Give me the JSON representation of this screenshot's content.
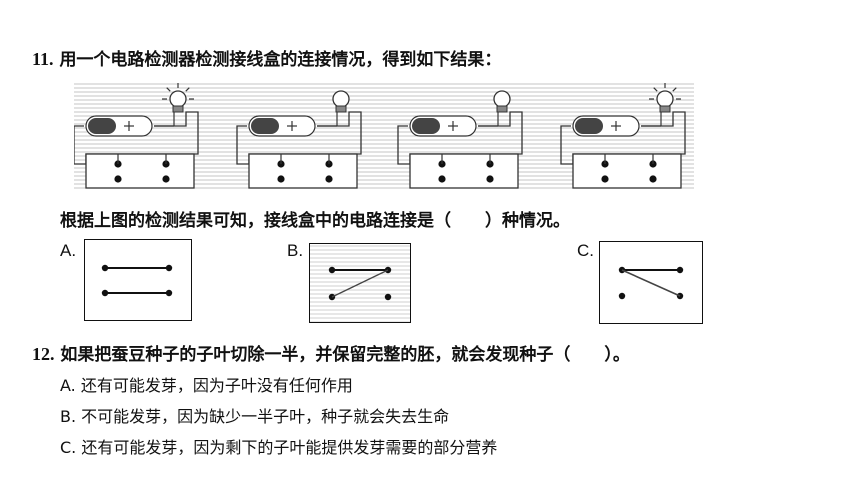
{
  "q11": {
    "number": "11.",
    "stem": "用一个电路检测器检测接线盒的连接情况，得到如下结果：",
    "question": "根据上图的检测结果可知，接线盒中的电路连接是（　　）种情况。",
    "options": [
      {
        "letter": "A."
      },
      {
        "letter": "B."
      },
      {
        "letter": "C."
      }
    ],
    "tests": [
      {
        "bulb_lit": true
      },
      {
        "bulb_lit": false
      },
      {
        "bulb_lit": false
      },
      {
        "bulb_lit": true
      }
    ]
  },
  "q12": {
    "number": "12.",
    "stem": "如果把蚕豆种子的子叶切除一半，并保留完整的胚，就会发现种子（　　）。",
    "options": [
      {
        "text": "A. 还有可能发芽，因为子叶没有任何作用"
      },
      {
        "text": "B. 不可能发芽，因为缺少一半子叶，种子就会失去生命"
      },
      {
        "text": "C. 还有可能发芽，因为剩下的子叶能提供发芽需要的部分营养"
      }
    ]
  }
}
